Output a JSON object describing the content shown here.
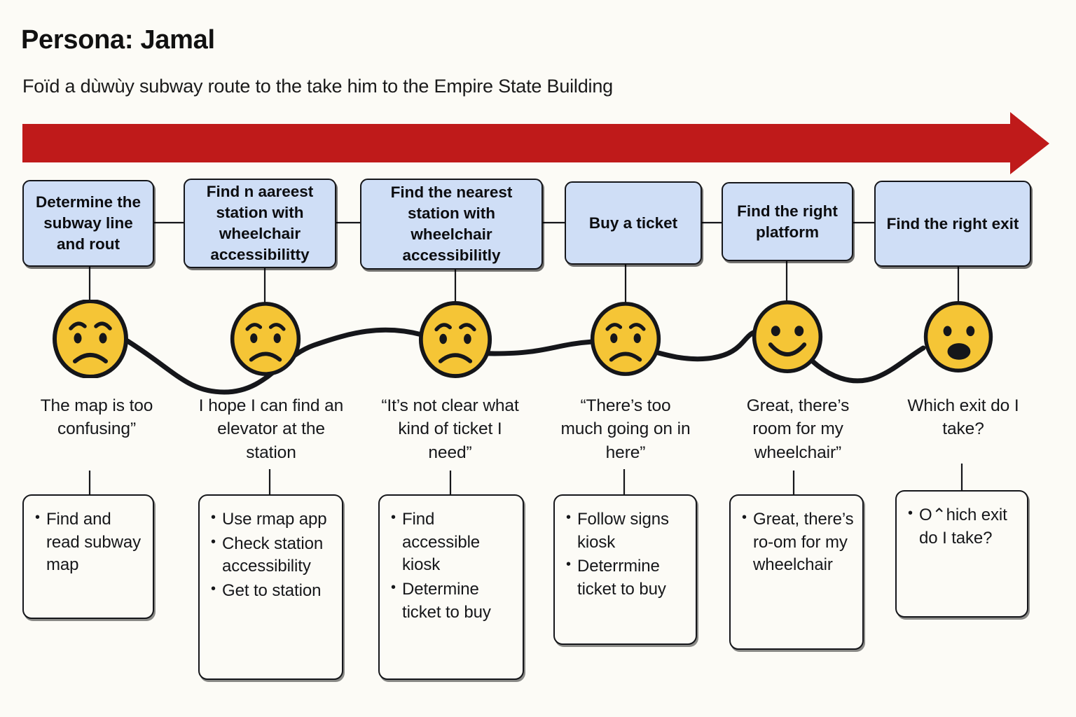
{
  "header": {
    "title": "Persona: Jamal",
    "subtitle": "Foïd a dùwùy subway route to the take him to the Empire State Building"
  },
  "colors": {
    "background": "#fcfbf6",
    "arrow": "#bf1a1a",
    "stage_fill": "#cfdef6",
    "stage_stroke": "#15161a",
    "face_fill": "#f5c536",
    "face_stroke": "#15161a",
    "text": "#16171a"
  },
  "arrow": {
    "name": "journey-progress-arrow",
    "direction": "right"
  },
  "stages": [
    {
      "id": "stage-1",
      "label": "Determine the subway line and rout",
      "emotion": "sad",
      "quote": "The map is too confusing”",
      "actions": [
        "Find and read subway map"
      ]
    },
    {
      "id": "stage-2",
      "label": "Find n aareest station with wheelchair accessibilitty",
      "emotion": "sad",
      "quote": "I hope I can find an elevator at the station",
      "actions": [
        "Use rmap app",
        "Check station accessibility",
        "Get to station"
      ]
    },
    {
      "id": "stage-3",
      "label": "Find the nearest station with wheelchair accessibilitly",
      "emotion": "sad",
      "quote": "“It’s not clear what kind of ticket I need”",
      "actions": [
        "Find accessible kiosk",
        "Determine ticket to buy"
      ]
    },
    {
      "id": "stage-4",
      "label": "Buy a ticket",
      "emotion": "sad",
      "quote": "“There’s too much going on in here”",
      "actions": [
        "Follow signs kiosk",
        "Deterrmine ticket to buy"
      ]
    },
    {
      "id": "stage-5",
      "label": "Find the right platform",
      "emotion": "happy",
      "quote": "Great, there’s room for my wheelchair”",
      "actions": [
        "Great, there’s ro-om for my wheelchair"
      ]
    },
    {
      "id": "stage-6",
      "label": "Find the right exit",
      "emotion": "surprised",
      "quote": "Which exit do I take?",
      "actions": [
        "O⌃hich exit do I take?"
      ]
    }
  ]
}
